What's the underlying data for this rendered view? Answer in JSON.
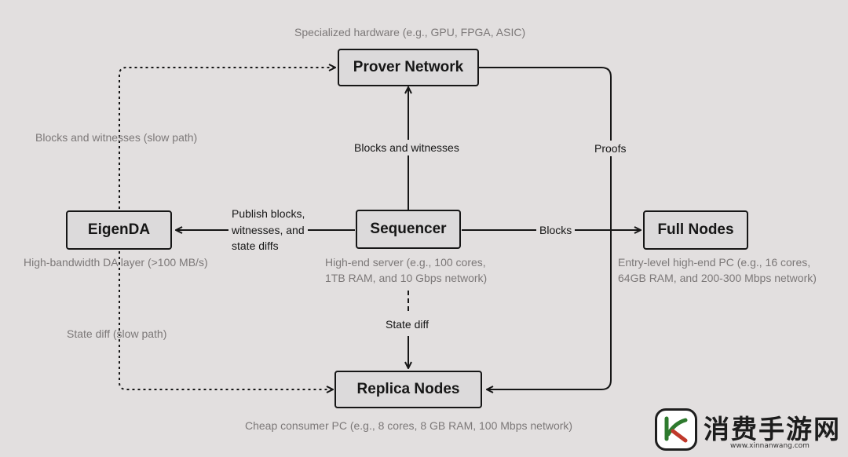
{
  "nodes": {
    "prover_network": "Prover Network",
    "sequencer": "Sequencer",
    "eigenda": "EigenDA",
    "full_nodes": "Full Nodes",
    "replica_nodes": "Replica Nodes"
  },
  "descriptions": {
    "prover_network": "Specialized hardware (e.g., GPU, FPGA, ASIC)",
    "sequencer_line1": "High-end server (e.g., 100 cores,",
    "sequencer_line2": "1TB RAM, and 10 Gbps network)",
    "eigenda": "High-bandwidth DA layer (>100 MB/s)",
    "full_nodes_line1": "Entry-level high-end PC (e.g., 16 cores,",
    "full_nodes_line2": "64GB RAM, and 200-300 Mbps network)",
    "replica_nodes": "Cheap consumer PC (e.g., 8 cores, 8 GB RAM, 100 Mbps network)"
  },
  "edges": {
    "blocks_and_witnesses": "Blocks and witnesses",
    "blocks_and_witnesses_slow": "Blocks and witnesses (slow path)",
    "proofs": "Proofs",
    "publish_line1": "Publish blocks,",
    "publish_line2": "witnesses, and",
    "publish_line3": "state diffs",
    "blocks": "Blocks",
    "state_diff": "State diff",
    "state_diff_slow": "State diff (slow path)"
  },
  "watermark": {
    "title": "消费手游网",
    "url": "www.xinnanwang.com"
  },
  "colors": {
    "background": "#e2dfdf",
    "node_fill": "#dcdadb",
    "line": "#161616",
    "muted_text": "#7c7878"
  }
}
